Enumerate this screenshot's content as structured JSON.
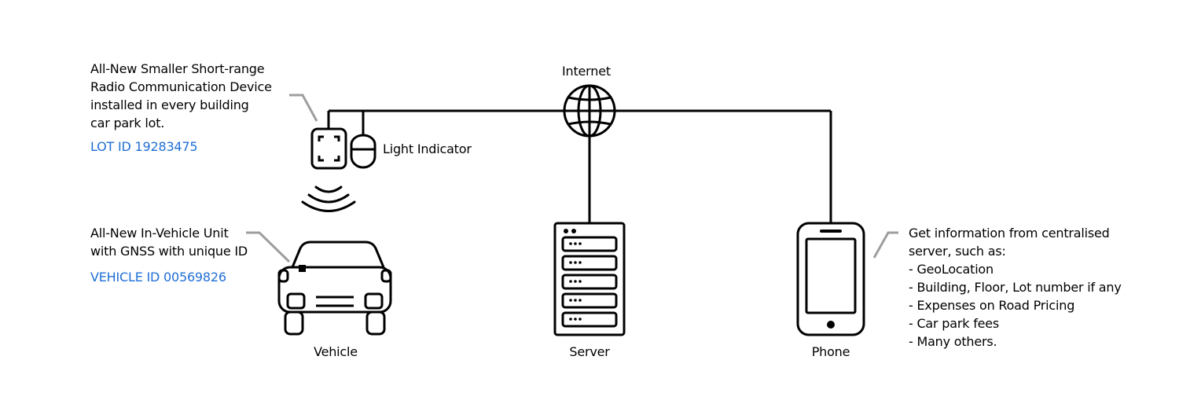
{
  "colors": {
    "stroke": "#000000",
    "leader": "#9e9e9e",
    "id_text": "#1f6fd6",
    "background": "#ffffff"
  },
  "nodes": {
    "internet": {
      "label": "Internet",
      "icon": "globe-icon"
    },
    "vehicle": {
      "label": "Vehicle",
      "icon": "car-icon"
    },
    "server": {
      "label": "Server",
      "icon": "server-rack-icon"
    },
    "phone": {
      "label": "Phone",
      "icon": "smartphone-icon"
    },
    "light_indicator": {
      "label": "Light Indicator",
      "icon": "light-indicator-icon"
    },
    "radio_device": {
      "icon": "radio-device-icon"
    },
    "signal": {
      "icon": "signal-waves-icon"
    }
  },
  "annotations": {
    "radio_device": {
      "lines": [
        "All-New Smaller Short-range",
        "Radio Communication Device",
        "installed in every building",
        "car park lot."
      ],
      "id_text": "LOT ID 19283475"
    },
    "vehicle_unit": {
      "lines": [
        "All-New In-Vehicle Unit",
        "with GNSS with unique ID"
      ],
      "id_text": "VEHICLE ID 00569826"
    },
    "phone_info": {
      "lines": [
        "Get information from centralised",
        "server, such as:",
        "- GeoLocation",
        "- Building, Floor, Lot number if any",
        "- Expenses on Road Pricing",
        "- Car park fees",
        "- Many others."
      ]
    }
  }
}
